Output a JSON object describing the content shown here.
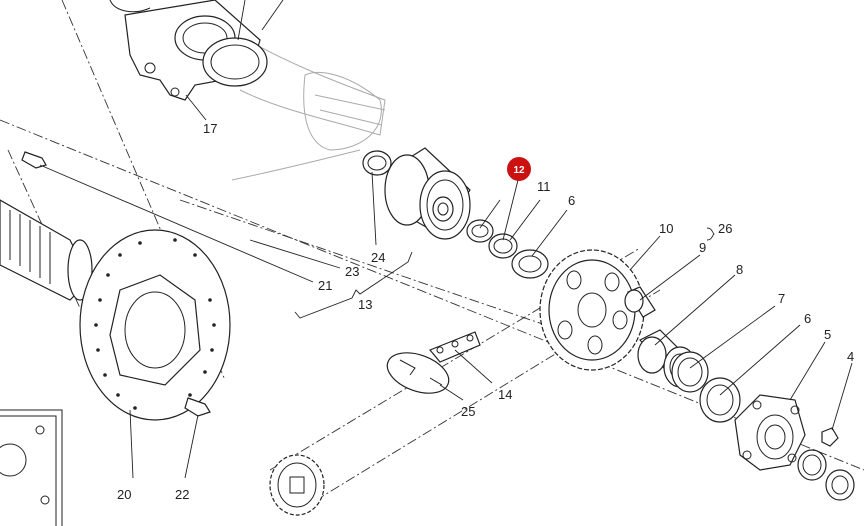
{
  "highlight": {
    "label": "12",
    "color": "#cc1111"
  },
  "callouts": {
    "c4": "4",
    "c5": "5",
    "c6a": "6",
    "c6b": "6",
    "c7": "7",
    "c8": "8",
    "c9": "9",
    "c10": "10",
    "c11": "11",
    "c13": "13",
    "c14": "14",
    "c17": "17",
    "c20": "20",
    "c21": "21",
    "c22": "22",
    "c23": "23",
    "c24": "24",
    "c25": "25",
    "c26": "26"
  },
  "colors": {
    "line": "#222222",
    "ghost": "#aaaaaa",
    "accent": "#cc1111"
  }
}
